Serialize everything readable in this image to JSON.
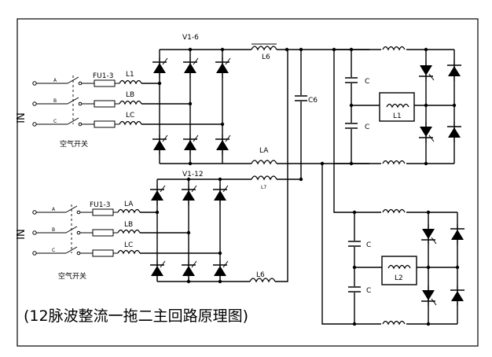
{
  "caption": "(12脉波整流一拖二主回路原理图)",
  "upper": {
    "input_label": "IN",
    "phases": [
      "A",
      "B",
      "C"
    ],
    "fuse_label": "FU1-3",
    "reactors": [
      "L1",
      "LB",
      "LC"
    ],
    "switch_label": "空气开关",
    "bridge_label": "V1-6",
    "choke_top": "L6",
    "choke_bottom": "LA",
    "dc_cap": "C6"
  },
  "lower": {
    "input_label": "IN",
    "phases": [
      "A",
      "B",
      "C"
    ],
    "fuse_label": "FU1-3",
    "reactors": [
      "LA",
      "LB",
      "LC"
    ],
    "switch_label": "空气开关",
    "bridge_label": "V1-12",
    "choke_top": "L7",
    "choke_bottom": "L6"
  },
  "inverter1": {
    "cap_top": "C",
    "cap_bottom": "C",
    "load": "L1"
  },
  "inverter2": {
    "cap_top": "C",
    "cap_bottom": "C",
    "load": "L2"
  }
}
